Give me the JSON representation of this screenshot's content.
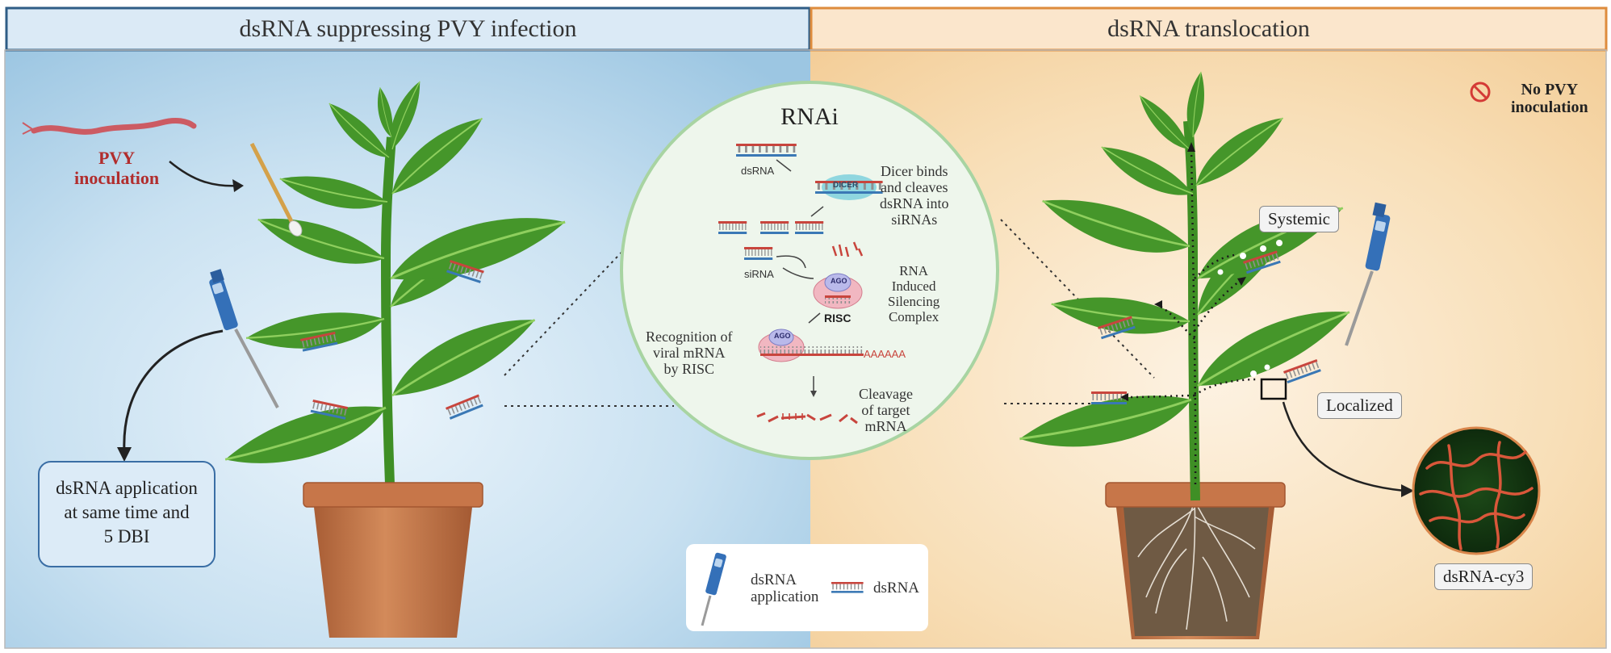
{
  "left_panel": {
    "title": "dsRNA suppressing PVY infection"
  },
  "right_panel": {
    "title": "dsRNA translocation"
  },
  "pvy": {
    "inoculation": "PVY\ninoculation"
  },
  "application_box": {
    "text": "dsRNA application\nat same time and\n5 DBI"
  },
  "no_pvy": {
    "text": "No PVY\ninoculation",
    "icon": "no-entry-icon"
  },
  "rnai": {
    "title": "RNAi",
    "dsrna": "dsRNA",
    "dicer": "DICER",
    "dicer_text": "Dicer binds\nand cleaves\ndsRNA into\nsiRNAs",
    "sirna": "siRNA",
    "ago": "AGO",
    "risc": "RISC",
    "risc_text": "RNA\nInduced\nSilencing\nComplex",
    "recognition": "Recognition of\nviral mRNA\nby RISC",
    "poly_a": "AAAAAA",
    "cleavage": "Cleavage\nof target\nmRNA"
  },
  "translocation": {
    "systemic": "Systemic",
    "localized": "Localized",
    "cy3": "dsRNA-cy3"
  },
  "legend": {
    "application": "dsRNA\napplication",
    "dsrna": "dsRNA"
  },
  "colors": {
    "left_bg": "#bcd9ec",
    "right_bg": "#f8dfb8",
    "leaf": "#3f8f25",
    "pot": "#c8784a",
    "dsrna_red": "#c8453d",
    "dsrna_blue": "#3a78b5",
    "circle_bg": "#eef6ec",
    "circle_border": "#a8d4a2"
  }
}
